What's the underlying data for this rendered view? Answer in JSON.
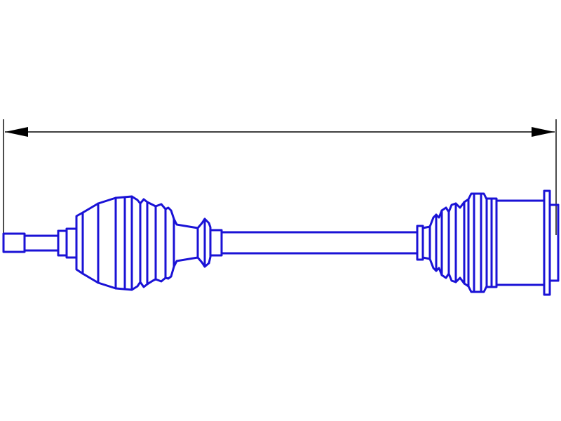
{
  "diagram": {
    "type": "technical-drawing",
    "subject": "drive-shaft",
    "colors": {
      "part_stroke": "#1a12d6",
      "dimension_stroke": "#000000",
      "background": "#ffffff"
    },
    "components": [
      {
        "name": "stub-axle-spline",
        "side": "left"
      },
      {
        "name": "outer-cv-joint-boot",
        "side": "left"
      },
      {
        "name": "intermediate-shaft",
        "side": "center"
      },
      {
        "name": "inner-cv-joint-boot",
        "side": "right"
      },
      {
        "name": "tripod-housing",
        "side": "right"
      }
    ],
    "dimension_line": {
      "arrows": "both-ends",
      "label": ""
    }
  }
}
